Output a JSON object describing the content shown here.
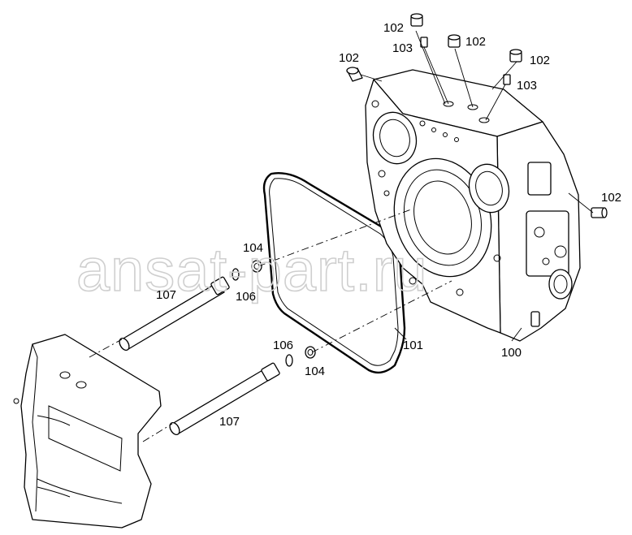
{
  "watermark": "ansat-part.ru",
  "callouts": {
    "c102a": "102",
    "c102b": "102",
    "c102c": "102",
    "c102d": "102",
    "c102e": "102",
    "c103a": "103",
    "c103b": "103",
    "c104a": "104",
    "c104b": "104",
    "c106a": "106",
    "c106b": "106",
    "c107a": "107",
    "c107b": "107",
    "c101": "101",
    "c100": "100"
  }
}
